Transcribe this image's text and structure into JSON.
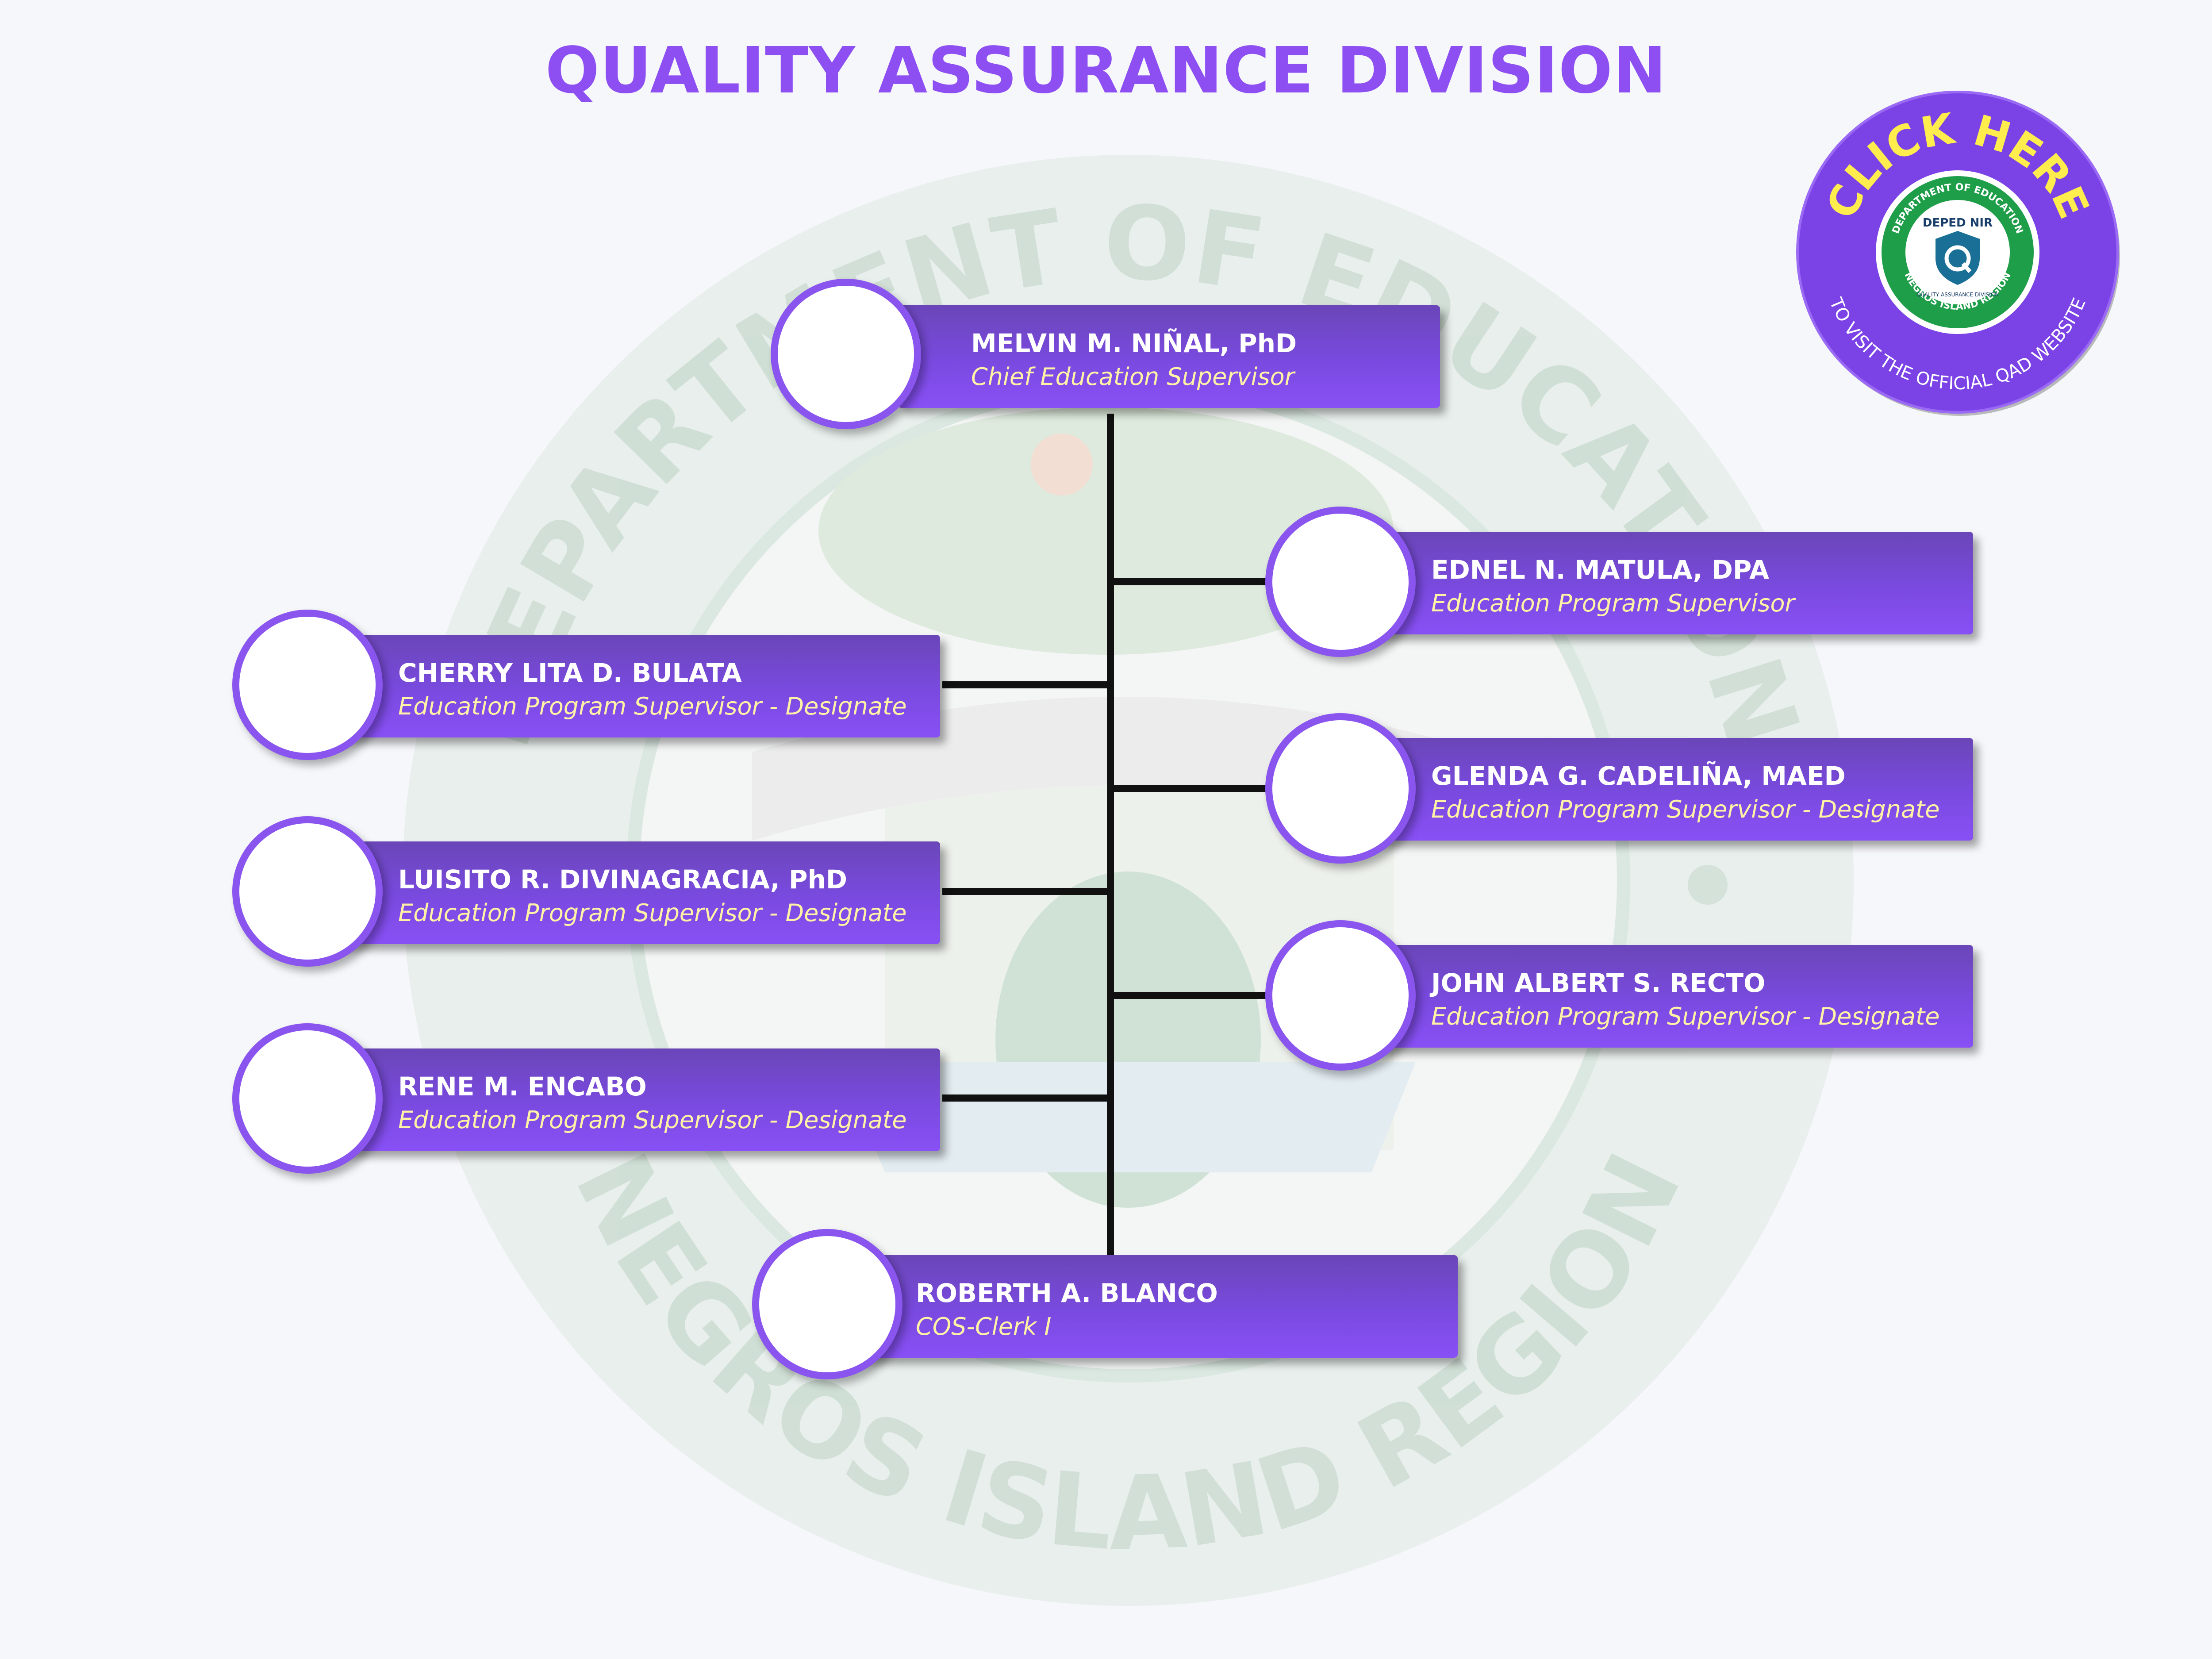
{
  "title": "QUALITY ASSURANCE DIVISION",
  "colors": {
    "title": "#8d4ff2",
    "card": "#7a4ae0",
    "role_text": "#fff3a6",
    "badge_yellow": "#ffec4d",
    "badge_green": "#1f9e4a",
    "connector": "#111111"
  },
  "badge": {
    "cta": "CLICK HERE",
    "subtitle": "TO VISIT THE OFFICIAL QAD WEBSITE",
    "seal_top": "DEPARTMENT OF EDUCATION",
    "seal_bottom": "NEGROS ISLAND REGION",
    "seal_center": "DEPED NIR",
    "seal_middle": "QUALITY ASSURANCE DIVISION",
    "icon": "shield-q-icon"
  },
  "background_seal": {
    "top_text": "DEPARTMENT OF EDUCATION",
    "bottom_text": "NEGROS ISLAND REGION"
  },
  "org": {
    "chief": {
      "name": "MELVIN M. NIÑAL, PhD",
      "role": "Chief Education Supervisor"
    },
    "left": [
      {
        "name": "CHERRY LITA D. BULATA",
        "role": "Education Program Supervisor - Designate"
      },
      {
        "name": "LUISITO R. DIVINAGRACIA, PhD",
        "role": "Education Program Supervisor - Designate"
      },
      {
        "name": "RENE M. ENCABO",
        "role": "Education Program Supervisor - Designate"
      }
    ],
    "right": [
      {
        "name": "EDNEL N. MATULA, DPA",
        "role": "Education Program Supervisor"
      },
      {
        "name": "GLENDA G. CADELIÑA, MAED",
        "role": "Education Program Supervisor - Designate"
      },
      {
        "name": "JOHN ALBERT S. RECTO",
        "role": "Education Program Supervisor - Designate"
      }
    ],
    "clerk": {
      "name": "ROBERTH A. BLANCO",
      "role": "COS-Clerk I"
    }
  }
}
